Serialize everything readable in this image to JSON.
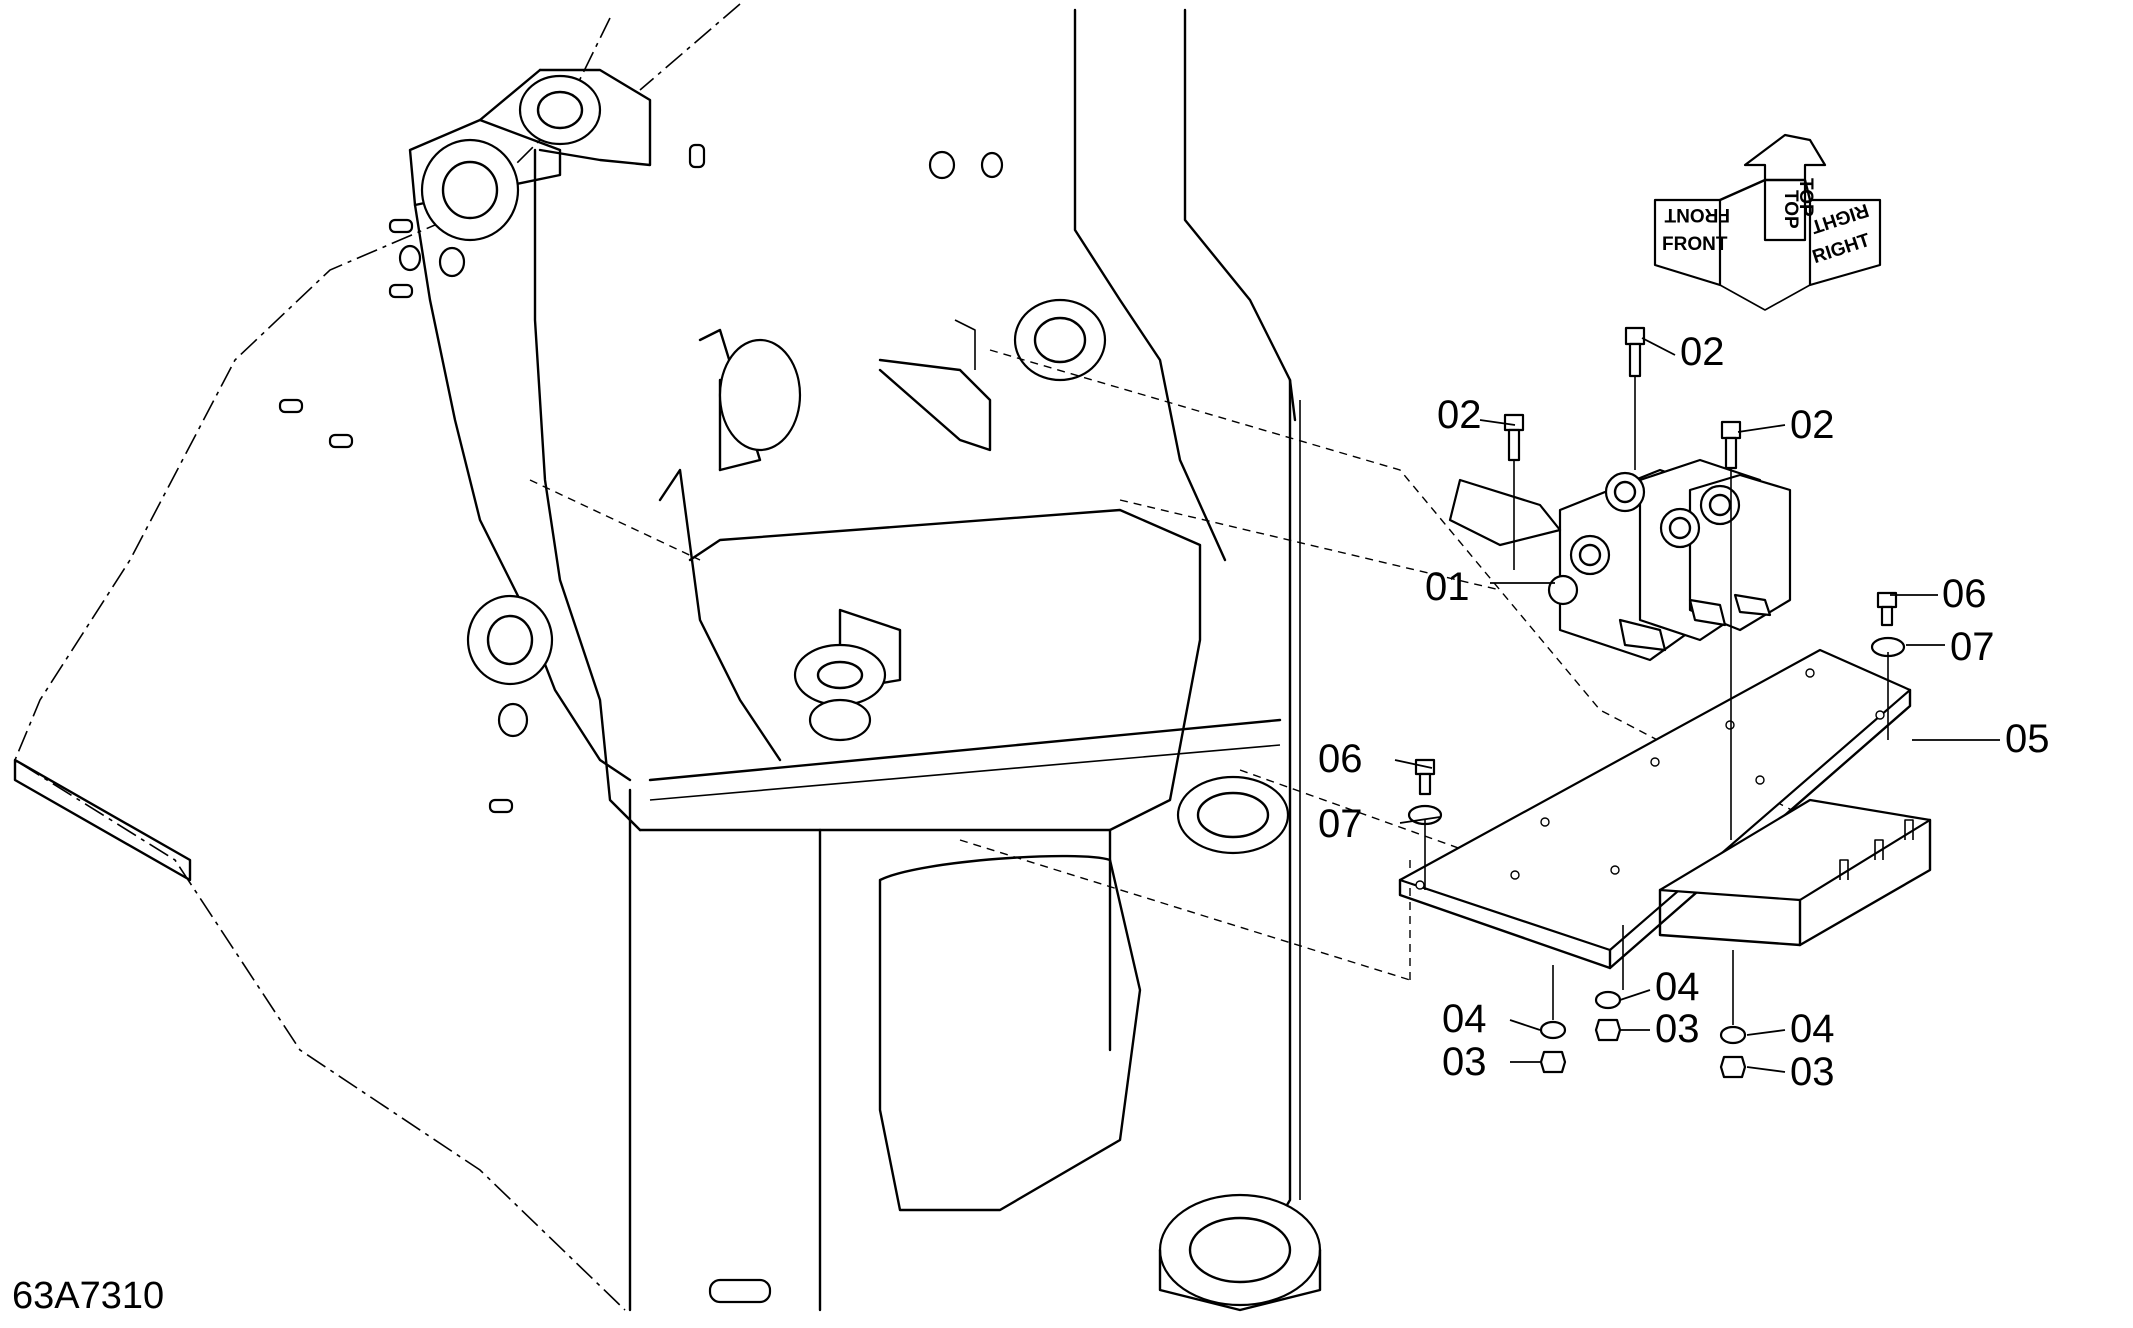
{
  "drawing_code": "63A7310",
  "orientation": {
    "top": "TOP",
    "front": "FRONT",
    "right": "RIGHT"
  },
  "callouts": [
    {
      "id": "label-01",
      "text": "01"
    },
    {
      "id": "label-02-left",
      "text": "02"
    },
    {
      "id": "label-02-top",
      "text": "02"
    },
    {
      "id": "label-02-right",
      "text": "02"
    },
    {
      "id": "label-03-left",
      "text": "03"
    },
    {
      "id": "label-03-mid",
      "text": "03"
    },
    {
      "id": "label-03-right",
      "text": "03"
    },
    {
      "id": "label-04-left",
      "text": "04"
    },
    {
      "id": "label-04-mid",
      "text": "04"
    },
    {
      "id": "label-04-right",
      "text": "04"
    },
    {
      "id": "label-05",
      "text": "05"
    },
    {
      "id": "label-06-left",
      "text": "06"
    },
    {
      "id": "label-06-right",
      "text": "06"
    },
    {
      "id": "label-07-left",
      "text": "07"
    },
    {
      "id": "label-07-right",
      "text": "07"
    }
  ]
}
